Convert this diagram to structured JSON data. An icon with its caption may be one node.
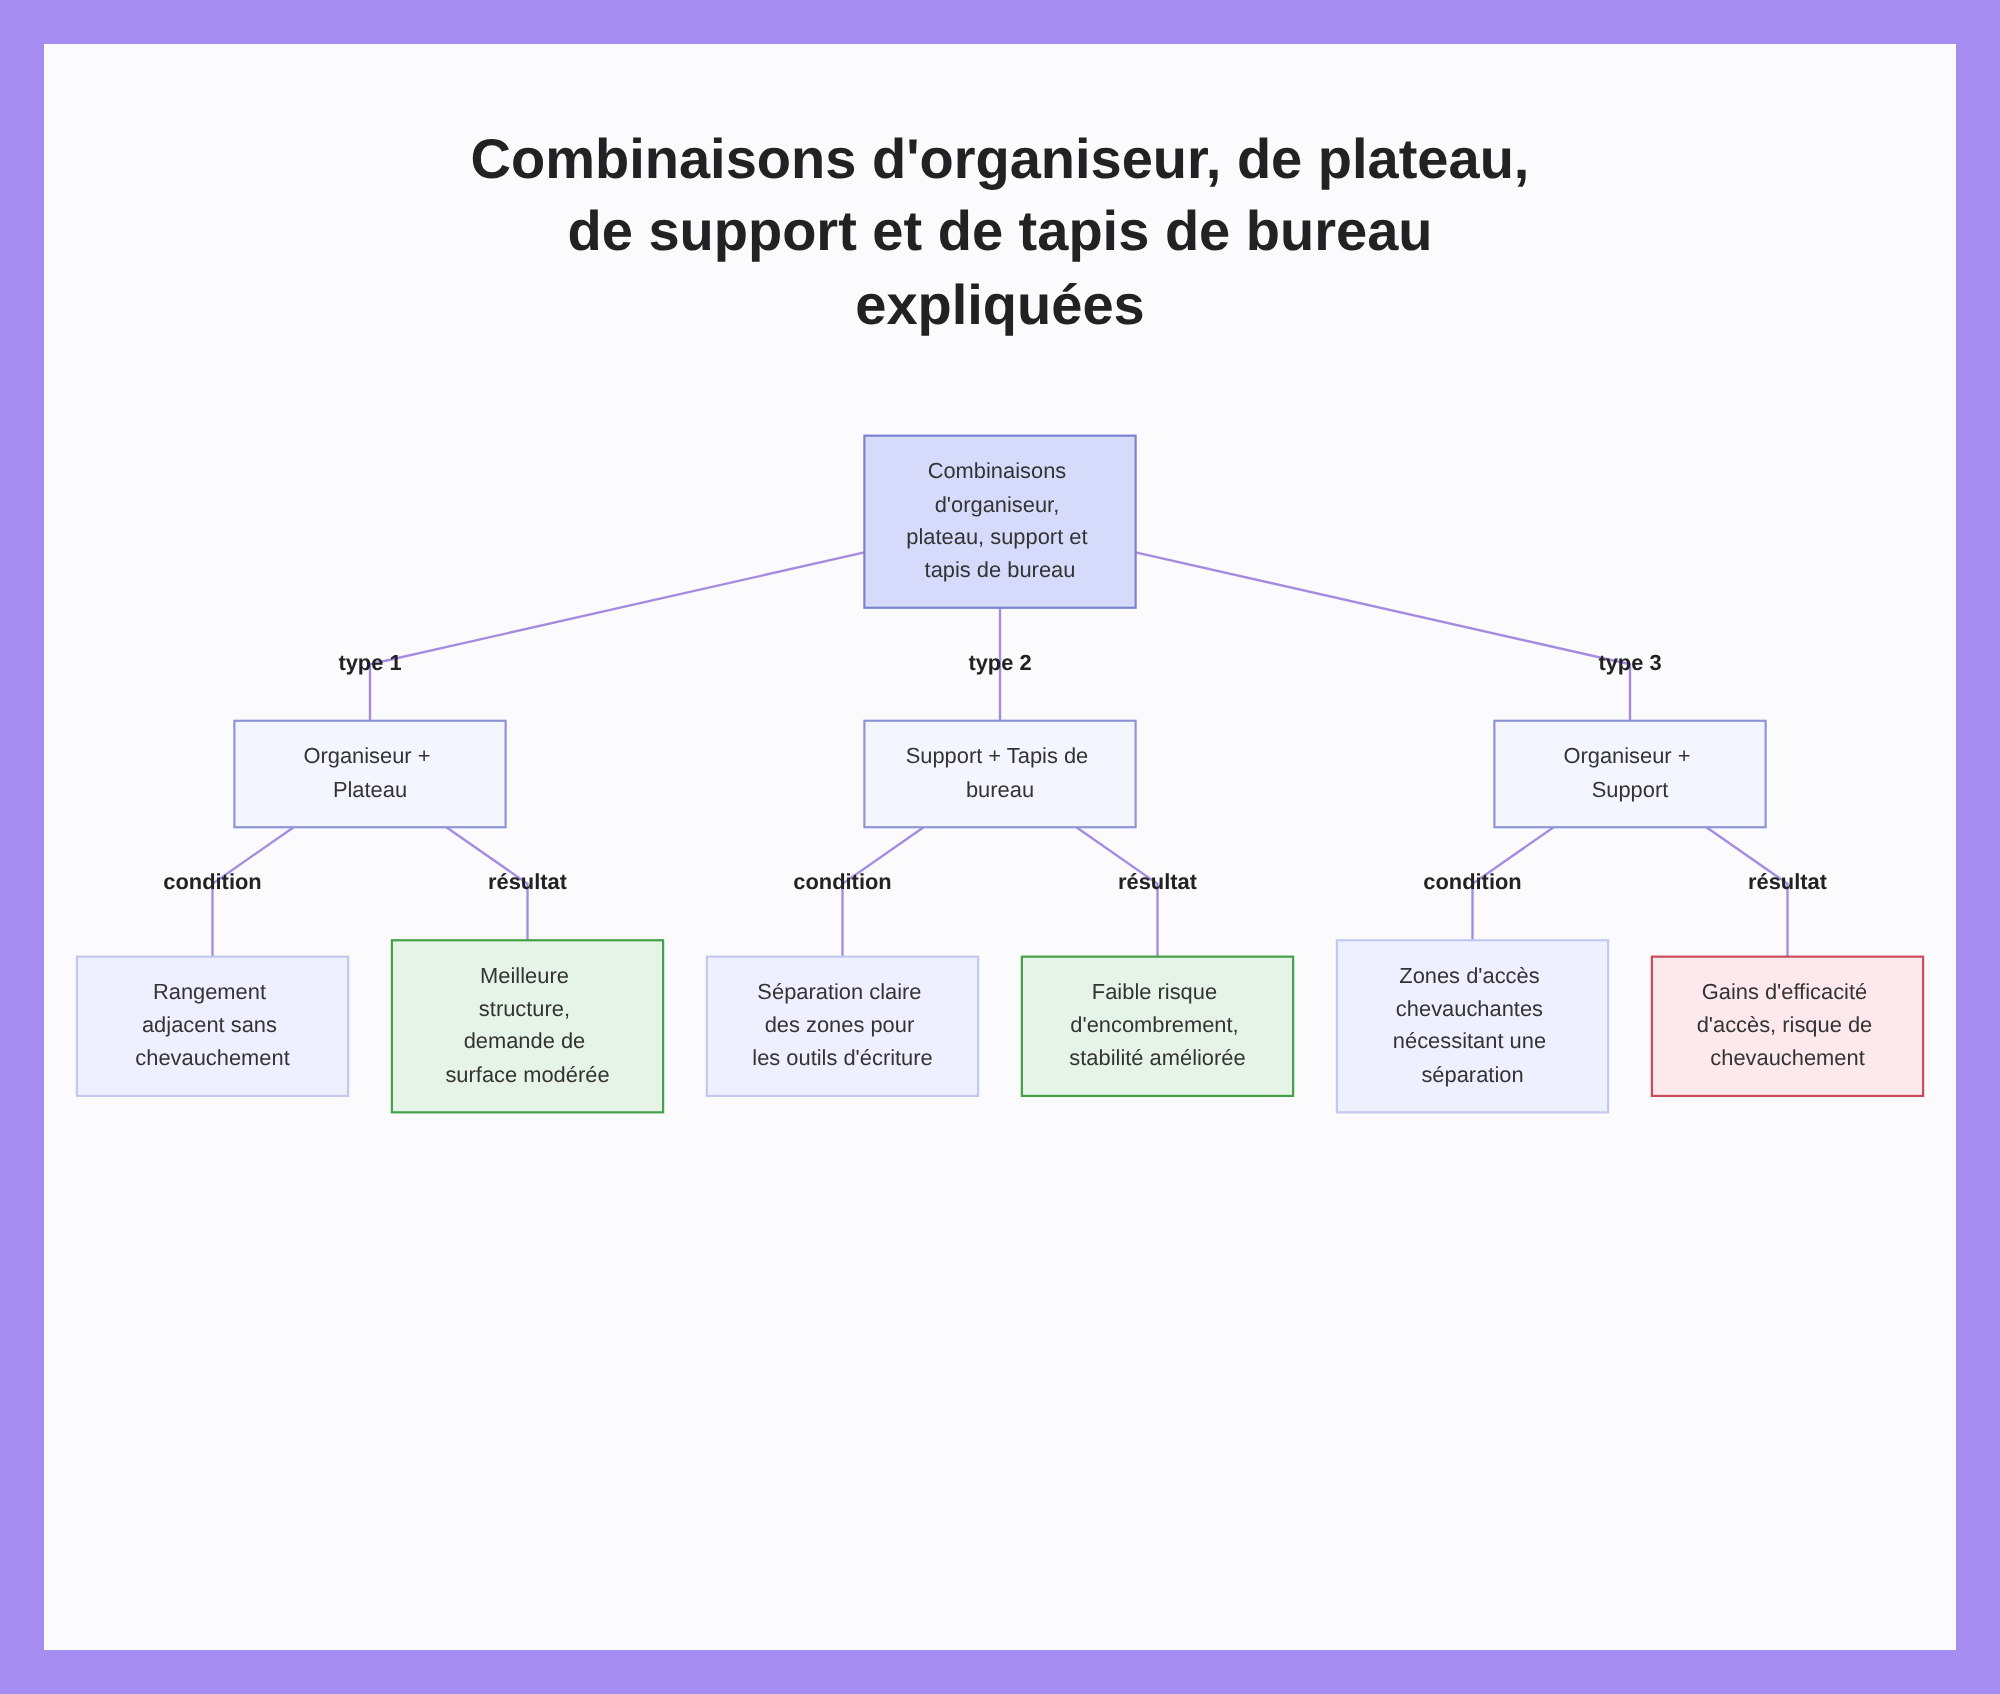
{
  "diagram": {
    "title": "Combinaisons d'organiseur, de plateau, de support et de tapis de bureau expliquées",
    "nodes": [
      {
        "text": [
          "Combinaisons d'organiseur, plateau, support et tapis de bureau"
        ]
      },
      {
        "text": [
          "Organiseur + Plateau"
        ]
      },
      {
        "text": [
          "Support + Tapis de bureau"
        ]
      },
      {
        "text": [
          "Organiseur + Support"
        ]
      },
      {
        "text": [
          "Rangement adjacent sans chevauchement"
        ]
      },
      {
        "text": [
          "Meilleure structure, demande de surface modérée"
        ]
      },
      {
        "text": [
          "Séparation claire des zones pour les outils d'écriture"
        ]
      },
      {
        "text": [
          "Faible risque d'encombrement, stabilité améliorée"
        ]
      },
      {
        "text": [
          "Zones d'accès chevauchantes nécessitant une séparation"
        ]
      },
      {
        "text": [
          "Gains d'efficacité d'accès, risque de chevauchement"
        ]
      }
    ],
    "edges": [
      {
        "from": 0,
        "to": 1,
        "arrow": "none",
        "label": "type 1"
      },
      {
        "from": 0,
        "to": 2,
        "arrow": "none",
        "label": "type 2"
      },
      {
        "from": 0,
        "to": 3,
        "arrow": "none",
        "label": "type 3"
      },
      {
        "from": 1,
        "to": 4,
        "arrow": "none",
        "label": "condition"
      },
      {
        "from": 1,
        "to": 5,
        "arrow": "none",
        "label": "résultat"
      },
      {
        "from": 2,
        "to": 6,
        "arrow": "none",
        "label": "condition"
      },
      {
        "from": 2,
        "to": 7,
        "arrow": "none",
        "label": "résultat"
      },
      {
        "from": 3,
        "to": 8,
        "arrow": "none",
        "label": "condition"
      },
      {
        "from": 3,
        "to": 9,
        "arrow": "none",
        "label": "résultat"
      }
    ]
  }
}
